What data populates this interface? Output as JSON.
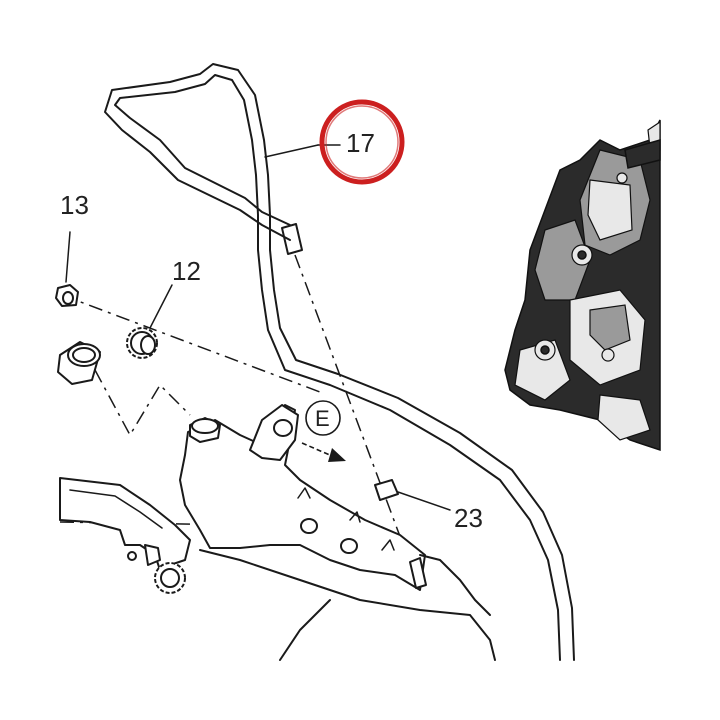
{
  "labels": {
    "hose": "17",
    "part_13": "13",
    "part_12": "12",
    "part_23": "23",
    "view_ref": "E"
  },
  "colors": {
    "highlight_ring": "#cc1f1f",
    "line": "#1a1a1a"
  },
  "icons": {
    "view_marker": "circled-letter",
    "direction": "arrow-right-icon"
  }
}
